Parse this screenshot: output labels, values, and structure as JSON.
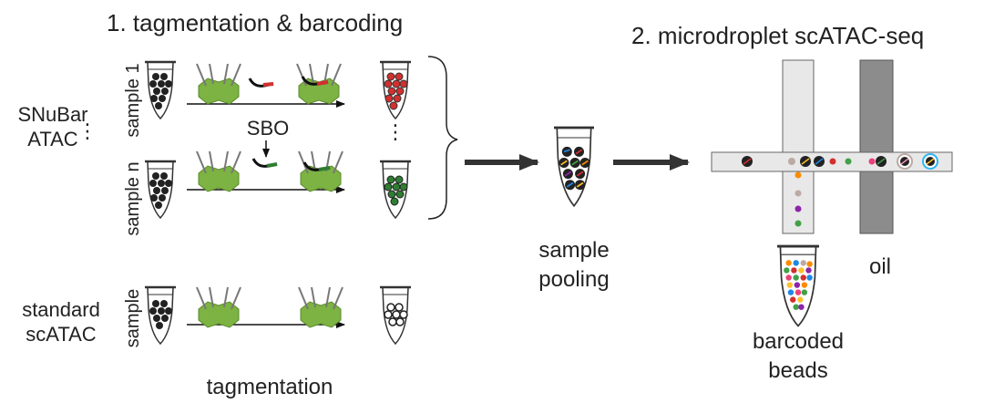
{
  "headings": {
    "step1": "1. tagmentation & barcoding",
    "step2": "2. microdroplet scATAC-seq"
  },
  "rows": {
    "snubar_label_line1": "SNuBar",
    "snubar_label_line2": "ATAC",
    "sample1": "sample 1",
    "samplen": "sample n",
    "standard_line1": "standard",
    "standard_line2": "scATAC",
    "sample": "sample"
  },
  "labels": {
    "sbo": "SBO",
    "dots": "⋮",
    "tagmentation": "tagmentation",
    "pooling_line1": "sample",
    "pooling_line2": "pooling",
    "oil": "oil",
    "beads_line1": "barcoded",
    "beads_line2": "beads"
  },
  "colors": {
    "tn5_green": "#7cb342",
    "sample1_red": "#d32f2f",
    "samplen_green": "#2e7d32",
    "channel_light": "#e8e8e8",
    "channel_dark": "#8c8c8c"
  }
}
